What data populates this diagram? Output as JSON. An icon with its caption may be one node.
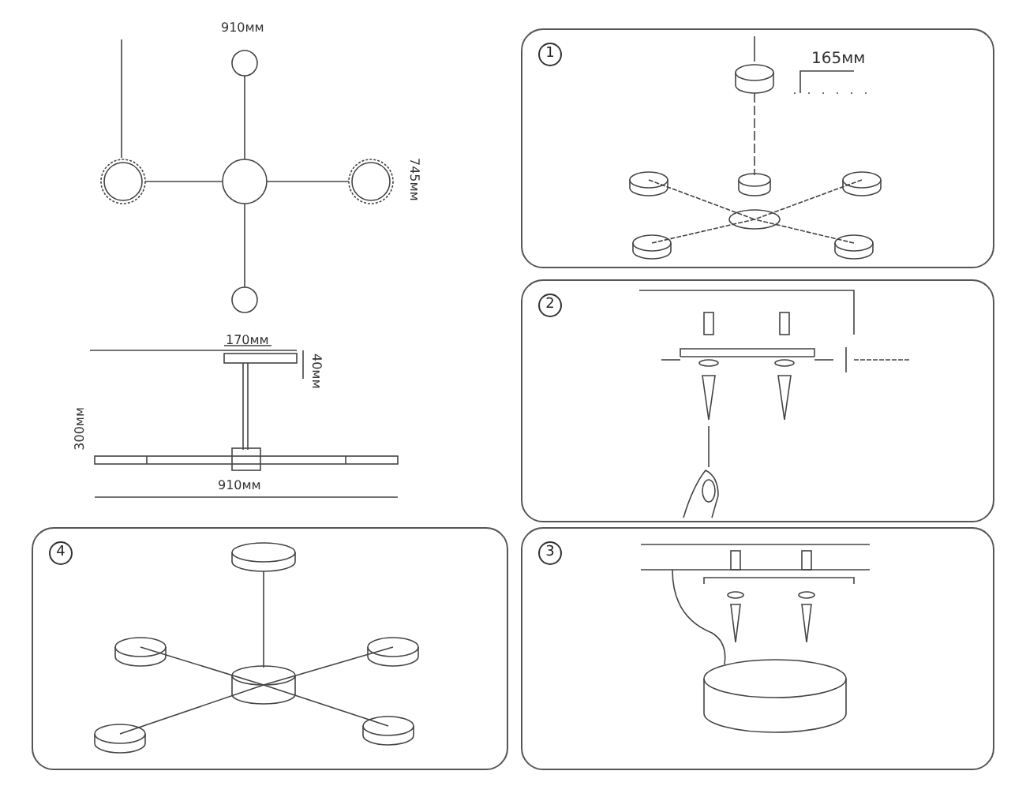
{
  "diagram": {
    "nodes": [
      {
        "text": [
          "1",
          "165мм"
        ]
      },
      {
        "text": [
          "2"
        ]
      },
      {
        "text": [
          "4"
        ]
      },
      {
        "text": [
          "3"
        ]
      }
    ],
    "labels": [
      "910мм",
      "745мм",
      "170мм",
      "40мм",
      "300мм",
      "910мм"
    ]
  }
}
